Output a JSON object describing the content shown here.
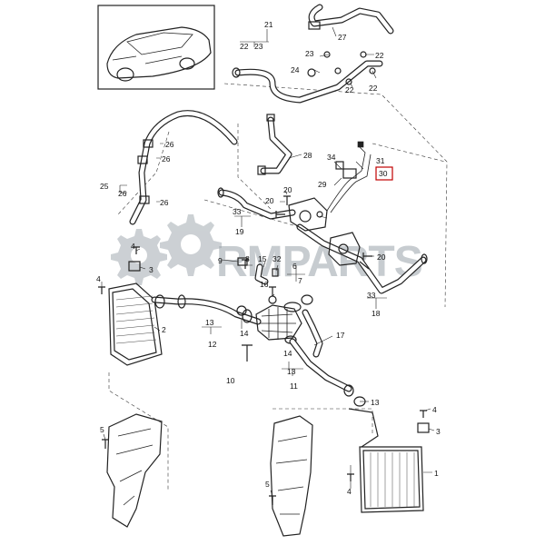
{
  "watermark": {
    "text": "RMPARTS"
  },
  "labels": {
    "l1": "1",
    "l2": "2",
    "l3a": "3",
    "l3b": "3",
    "l4a": "4",
    "l4b": "4",
    "l4c": "4",
    "l4d": "4",
    "l5a": "5",
    "l5b": "5",
    "l6": "6",
    "l7": "7",
    "l8": "8",
    "l9": "9",
    "l10": "10",
    "l11": "11",
    "l12": "12",
    "l13a": "13",
    "l13b": "13",
    "l13c": "13",
    "l14a": "14",
    "l14b": "14",
    "l15": "15",
    "l16": "16",
    "l17": "17",
    "l18": "18",
    "l19": "19",
    "l20a": "20",
    "l20b": "20",
    "l20c": "20",
    "l21": "21",
    "l22a": "22",
    "l22b": "22",
    "l22c": "22",
    "l22d": "22",
    "l23a": "23",
    "l23b": "23",
    "l24": "24",
    "l25": "25",
    "l26a": "26",
    "l26b": "26",
    "l26c": "26",
    "l26d": "26",
    "l27": "27",
    "l28": "28",
    "l29": "29",
    "l30": "30",
    "l31": "31",
    "l32": "32",
    "l33a": "33",
    "l33b": "33",
    "l34": "34"
  }
}
